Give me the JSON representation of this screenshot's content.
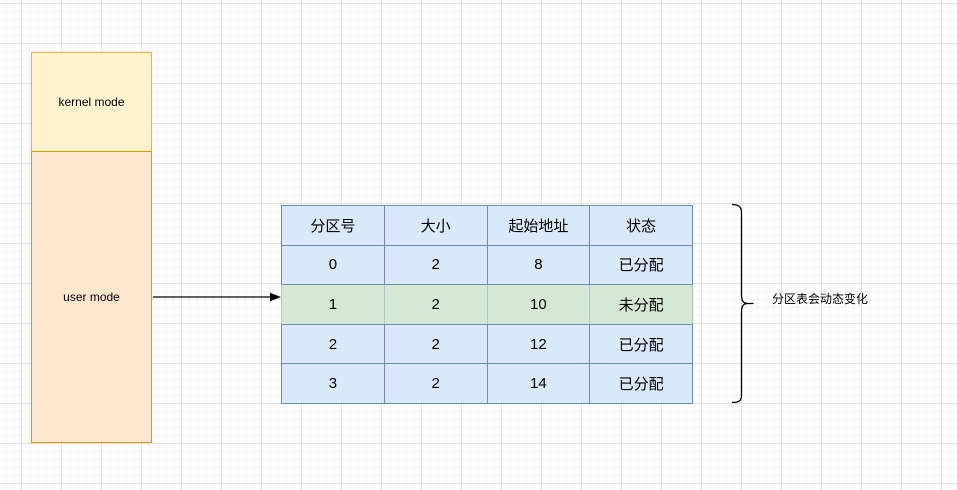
{
  "diagram": {
    "kernel_box": {
      "label": "kernel mode"
    },
    "user_box": {
      "label": "user mode"
    },
    "partition_table": {
      "headers": [
        "分区号",
        "大小",
        "起始地址",
        "状态"
      ],
      "rows": [
        [
          "0",
          "2",
          "8",
          "已分配"
        ],
        [
          "1",
          "2",
          "10",
          "未分配"
        ],
        [
          "2",
          "2",
          "12",
          "已分配"
        ],
        [
          "3",
          "2",
          "14",
          "已分配"
        ]
      ],
      "highlighted_row_index": 1
    },
    "annotation": {
      "label": "分区表会动态变化"
    },
    "colors": {
      "kernel_fill": "#FFF2CC",
      "kernel_border": "#D6B656",
      "user_fill": "#FFE6CC",
      "user_border": "#D79B00",
      "table_fill": "#DAE8FC",
      "table_border": "#6C8EBF",
      "highlight_fill": "#D5E8D4",
      "highlight_divider": "#A6C8CE",
      "line": "#000000",
      "grid_major": "#e0e0e0",
      "grid_minor": "#f2f2f2"
    }
  }
}
